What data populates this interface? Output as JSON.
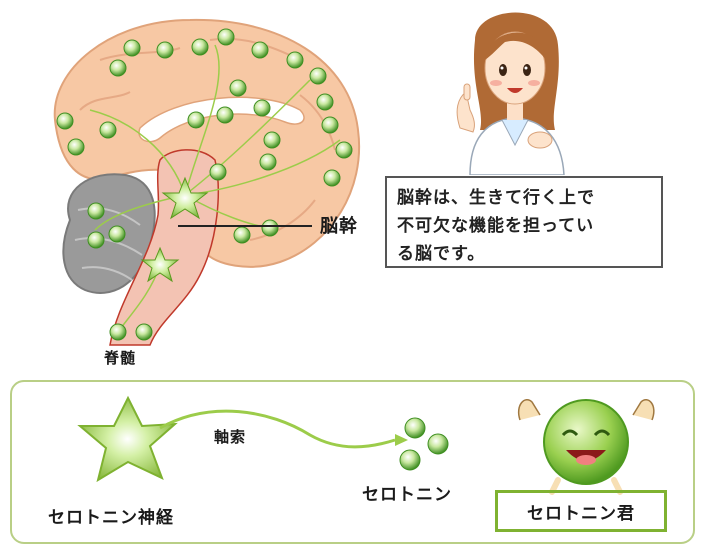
{
  "brainstem_label": "脳幹",
  "spinal_cord_label": "脊髄",
  "speech_bubble": {
    "line1": "脳幹は、生きて行く上で",
    "line2": "不可欠な機能を担ってい",
    "line3": "る脳です。"
  },
  "axon_label": "軸索",
  "serotonin_neuron_label": "セロトニン神経",
  "serotonin_label": "セロトニン",
  "serotonin_kun_label": "セロトニン君",
  "colors": {
    "brain": "#f7c8a4",
    "brain_outline": "#e0a37a",
    "cerebellum": "#9a9a9a",
    "brainstem": "#f3c3b3",
    "accent_green": "#7fb231",
    "neuron_green": "#8bc43f",
    "border": "#b9cf86"
  },
  "icons": [
    "teacher-illustration",
    "serotonin-neuron-star-icon",
    "serotonin-molecule-icon",
    "serotonin-kun-mascot-icon"
  ]
}
